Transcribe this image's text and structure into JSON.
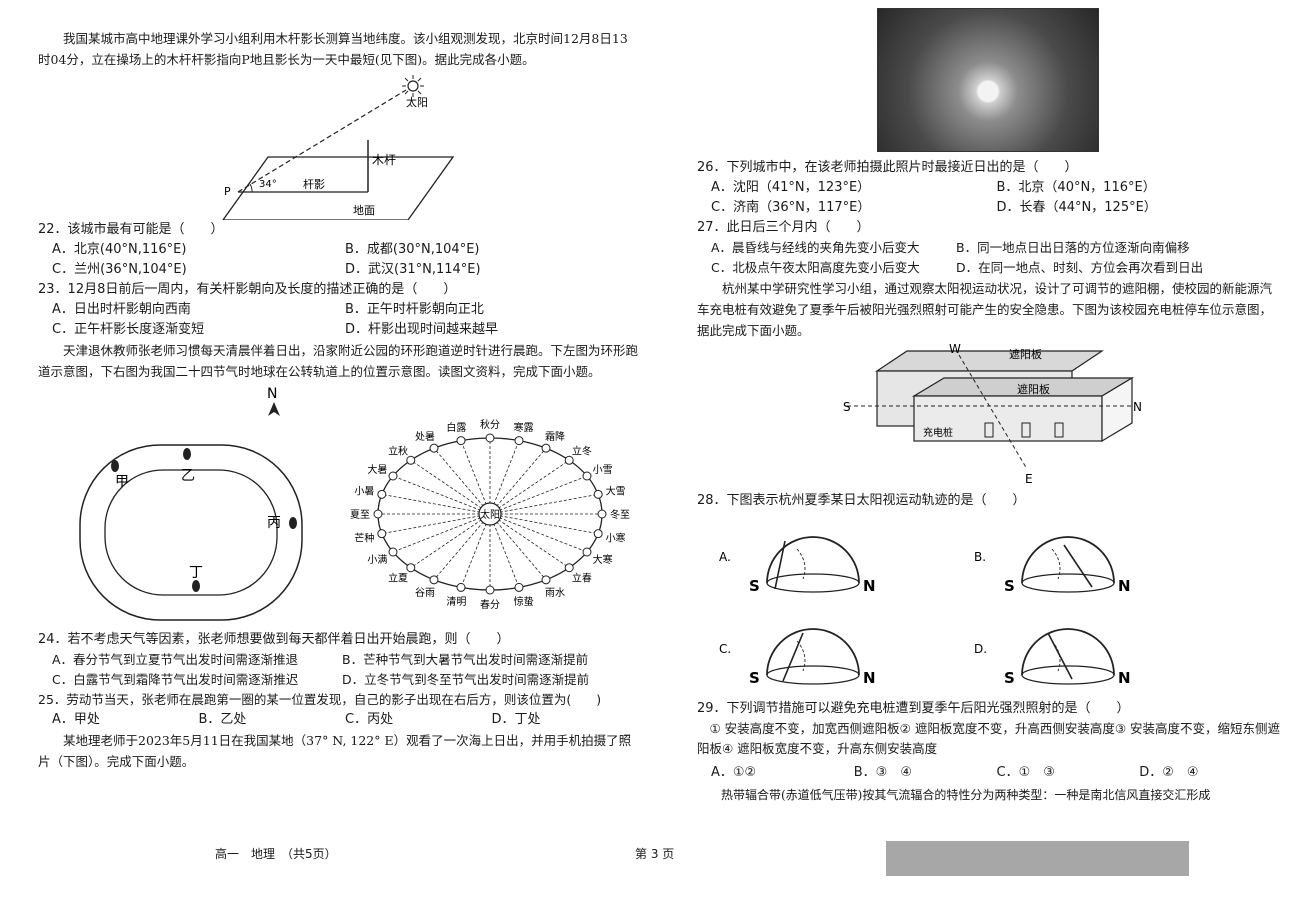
{
  "left": {
    "intro1": "我国某城市高中地理课外学习小组利用木杆影长测算当地纬度。该小组观测发现，北京时间12月8日13时04分，立在操场上的木杆杆影指向P地且影长为一天中最短(见下图)。据此完成各小题。",
    "fig1": {
      "sun": "太阳",
      "pole": "木杆",
      "shadow": "杆影",
      "ground": "地面",
      "point": "P",
      "angle": "34°"
    },
    "q22": "22．该城市最有可能是（　　）",
    "q22_opts": [
      "A．北京(40°N,116°E)",
      "B．成都(30°N,104°E)",
      "C．兰州(36°N,104°E)",
      "D．武汉(31°N,114°E)"
    ],
    "q23": "23．12月8日前后一周内，有关杆影朝向及长度的描述正确的是（　　）",
    "q23_opts": [
      "A．日出时杆影朝向西南",
      "B．正午时杆影朝向正北",
      "C．正午杆影长度逐渐变短",
      "D．杆影出现时间越来越早"
    ],
    "intro2": "天津退休教师张老师习惯每天清晨伴着日出，沿家附近公园的环形跑道逆时针进行晨跑。下左图为环形跑道示意图，下右图为我国二十四节气时地球在公转轨道上的位置示意图。读图文资料，完成下面小题。",
    "track": {
      "north": "N",
      "jia": "甲",
      "yi": "乙",
      "bing": "丙",
      "ding": "丁"
    },
    "terms": {
      "center": "太阳",
      "top": [
        "立夏",
        "谷雨",
        "清明",
        "春分",
        "惊蛰",
        "雨水",
        "立春"
      ],
      "bottom": [
        "立秋",
        "处暑",
        "白露",
        "秋分",
        "寒露",
        "霜降",
        "立冬"
      ],
      "upper_left": "小满",
      "mid_left1": "芒种",
      "left": "夏至",
      "lower_left": "小暑",
      "bottom_left": "大暑",
      "upper_right": "大寒",
      "mid_right1": "小寒",
      "right": "冬至",
      "lower_right": "大雪",
      "bottom_right": "小雪"
    },
    "q24": "24．若不考虑天气等因素，张老师想要做到每天都伴着日出开始晨跑，则（　　）",
    "q24_opts": [
      "A．春分节气到立夏节气出发时间需逐渐推退",
      "B．芒种节气到大暑节气出发时间需逐渐提前",
      "C．白露节气到霜降节气出发时间需逐渐推迟",
      "D．立冬节气到冬至节气出发时间需逐渐提前"
    ],
    "q25": "25．劳动节当天，张老师在晨跑第一圈的某一位置发现，自己的影子出现在右后方，则该位置为(　　)",
    "q25_opts": [
      "A．甲处",
      "B．乙处",
      "C．丙处",
      "D．丁处"
    ],
    "intro3": "某地理老师于2023年5月11日在我国某地（37° N, 122° E）观看了一次海上日出，并用手机拍摄了照片（下图）。完成下面小题。"
  },
  "right": {
    "q26": "26．下列城市中，在该老师拍摄此照片时最接近日出的是（　　）",
    "q26_opts": [
      "A．沈阳（41°N，123°E）",
      "B．北京（40°N，116°E）",
      "C．济南（36°N，117°E）",
      "D．长春（44°N，125°E）"
    ],
    "q27": "27．此日后三个月内（　　）",
    "q27_opts": [
      "A．晨昏线与经线的夹角先变小后变大",
      "B．同一地点日出日落的方位逐渐向南偏移",
      "C．北极点午夜太阳高度先变小后变大",
      "D．在同一地点、时刻、方位会再次看到日出"
    ],
    "intro4": "杭州某中学研究性学习小组，通过观察太阳视运动状况，设计了可调节的遮阳棚，使校园的新能源汽车充电桩有效避免了夏季午后被阳光强烈照射可能产生的安全隐患。下图为该校园充电桩停车位示意图，据此完成下面小题。",
    "fig4": {
      "w": "W",
      "e": "E",
      "s": "S",
      "n": "N",
      "board": "遮阳板",
      "charger": "充电桩"
    },
    "q28": "28．下图表示杭州夏季某日太阳视运动轨迹的是（　　）",
    "domes": [
      {
        "label": "A."
      },
      {
        "label": "B."
      },
      {
        "label": "C."
      },
      {
        "label": "D."
      }
    ],
    "dome_s": "S",
    "dome_n": "N",
    "q29": "29．下列调节措施可以避免充电桩遭到夏季午后阳光强烈照射的是（　　）",
    "q29_body": "① 安装高度不变，加宽西侧遮阳板② 遮阳板宽度不变，升高西侧安装高度③ 安装高度不变，缩短东侧遮阳板④ 遮阳板宽度不变，升高东侧安装高度",
    "q29_opts": [
      "A．①②",
      "B．③　④",
      "C．①　③",
      "D．②　④"
    ],
    "intro5": "热带辐合带(赤道低气压带)按其气流辐合的特性分为两种类型：一种是南北信风直接交汇形成"
  },
  "footer": {
    "left": "高一　地理　（共5页）",
    "page": "第 3 页"
  }
}
